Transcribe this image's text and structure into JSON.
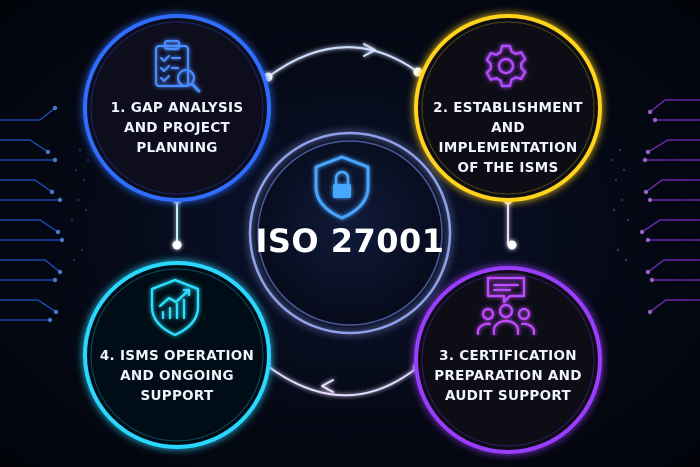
{
  "center": {
    "title": "ISO 27001",
    "icon": "shield-lock-icon"
  },
  "steps": [
    {
      "lines": [
        "1. GAP ANALYSIS",
        "AND PROJECT",
        "PLANNING"
      ],
      "icon": "clipboard-search-icon",
      "color": "#3d7bff"
    },
    {
      "lines": [
        "2. ESTABLISHMENT",
        "AND IMPLEMENTATION",
        "OF THE ISMS"
      ],
      "icon": "gear-icon",
      "color": "#ffd21f"
    },
    {
      "lines": [
        "3. CERTIFICATION",
        "PREPARATION AND",
        "AUDIT SUPPORT"
      ],
      "icon": "team-chat-icon",
      "color": "#9b3dff"
    },
    {
      "lines": [
        "4. ISMS OPERATION",
        "AND ONGOING",
        "SUPPORT"
      ],
      "icon": "shield-chart-icon",
      "color": "#2ad8ff"
    }
  ]
}
